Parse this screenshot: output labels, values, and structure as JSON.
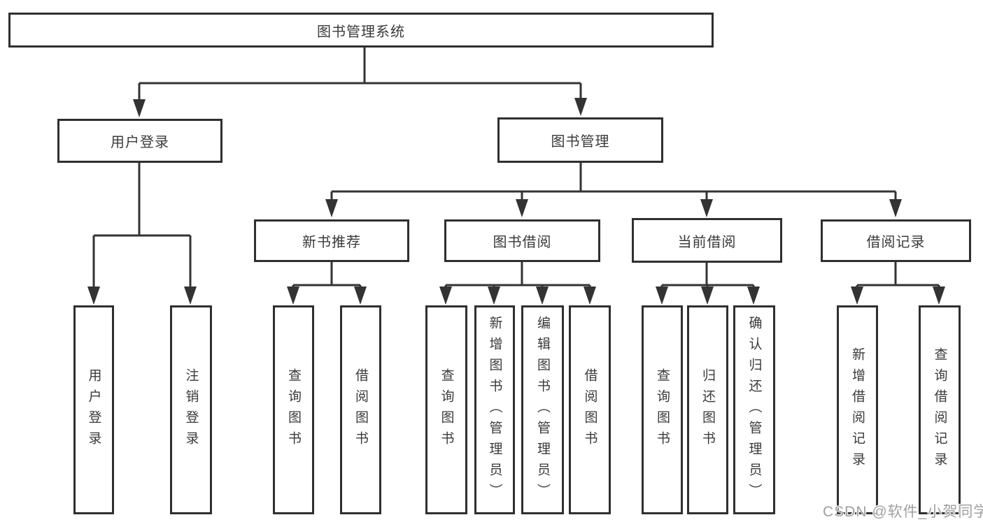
{
  "diagram": {
    "type": "hierarchy-tree",
    "colors": {
      "background": "#ffffff",
      "box_border": "#2f2f2f",
      "line": "#333333",
      "text": "#3a3a3a",
      "watermark_text": "#a0a0a0"
    }
  },
  "tree": {
    "label": "图书管理系统",
    "children": [
      {
        "label": "用户登录",
        "children": [
          {
            "label": "用户登录"
          },
          {
            "label": "注销登录"
          }
        ]
      },
      {
        "label": "图书管理",
        "children": [
          {
            "label": "新书推荐",
            "children": [
              {
                "label": "查询图书"
              },
              {
                "label": "借阅图书"
              }
            ]
          },
          {
            "label": "图书借阅",
            "children": [
              {
                "label": "查询图书"
              },
              {
                "label": "新增图书（管理员）"
              },
              {
                "label": "编辑图书（管理员）"
              },
              {
                "label": "借阅图书"
              }
            ]
          },
          {
            "label": "当前借阅",
            "children": [
              {
                "label": "查询图书"
              },
              {
                "label": "归还图书"
              },
              {
                "label": "确认归还（管理员）"
              }
            ]
          },
          {
            "label": "借阅记录",
            "children": [
              {
                "label": "新增借阅记录"
              },
              {
                "label": "查询借阅记录"
              }
            ]
          }
        ]
      }
    ]
  },
  "watermark": {
    "text": "CSDN @软件_小贺同学"
  }
}
